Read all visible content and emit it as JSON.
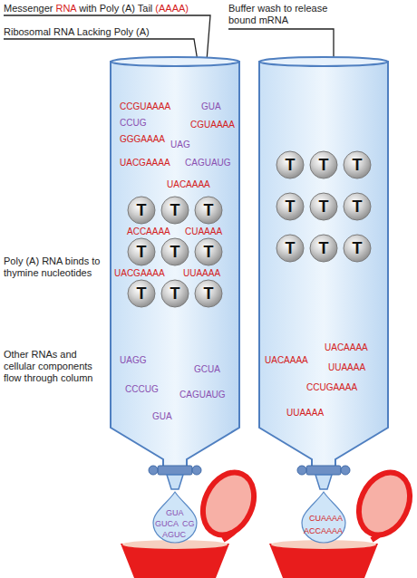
{
  "diagram": {
    "nodes": [
      {
        "text": [
          "CCGUAAAA",
          "GUA",
          "CCUG",
          "CGUAAAA",
          "GGGAAAA",
          "UAG",
          "UACGAAAA",
          "CAGUAUG",
          "UACAAAA",
          "ACCAAAA",
          "CUAAAA",
          "UACGAAAA",
          "UUAAAA",
          "UAGG",
          "GCUA",
          "CCCUG",
          "CAGUAUG",
          "GUA"
        ]
      },
      {
        "text": [
          "T"
        ],
        "in": 0
      },
      {
        "text": [
          "T"
        ],
        "in": 0
      },
      {
        "text": [
          "T"
        ],
        "in": 0
      },
      {
        "text": [
          "T"
        ],
        "in": 0
      },
      {
        "text": [
          "T"
        ],
        "in": 0
      },
      {
        "text": [
          "T"
        ],
        "in": 0
      },
      {
        "text": [
          "T"
        ],
        "in": 0
      },
      {
        "text": [
          "T"
        ],
        "in": 0
      },
      {
        "text": [
          "T"
        ],
        "in": 0
      },
      {
        "text": [
          "UACAAAA",
          "UACAAAA",
          "UUAAAA",
          "CCUGAAAA",
          "UUAAAA"
        ]
      },
      {
        "text": [
          "T"
        ],
        "in": 10
      },
      {
        "text": [
          "T"
        ],
        "in": 10
      },
      {
        "text": [
          "T"
        ],
        "in": 10
      },
      {
        "text": [
          "T"
        ],
        "in": 10
      },
      {
        "text": [
          "T"
        ],
        "in": 10
      },
      {
        "text": [
          "T"
        ],
        "in": 10
      },
      {
        "text": [
          "T"
        ],
        "in": 10
      },
      {
        "text": [
          "T"
        ],
        "in": 10
      },
      {
        "text": [
          "T"
        ],
        "in": 10
      },
      {
        "text": [
          "GUA",
          "GUCA",
          "CG",
          "AGUC"
        ]
      },
      {
        "text": [
          "CUAAAA",
          "ACCAAAA"
        ]
      }
    ],
    "labels": [
      "Messenger RNA with Poly (A) Tail (AAAA)",
      "Ribosomal RNA Lacking Poly (A)",
      "Buffer wash to release bound mRNA",
      "Poly (A) RNA binds to thymine nucleotides",
      "Other RNAs and cellular components flow through column"
    ]
  }
}
